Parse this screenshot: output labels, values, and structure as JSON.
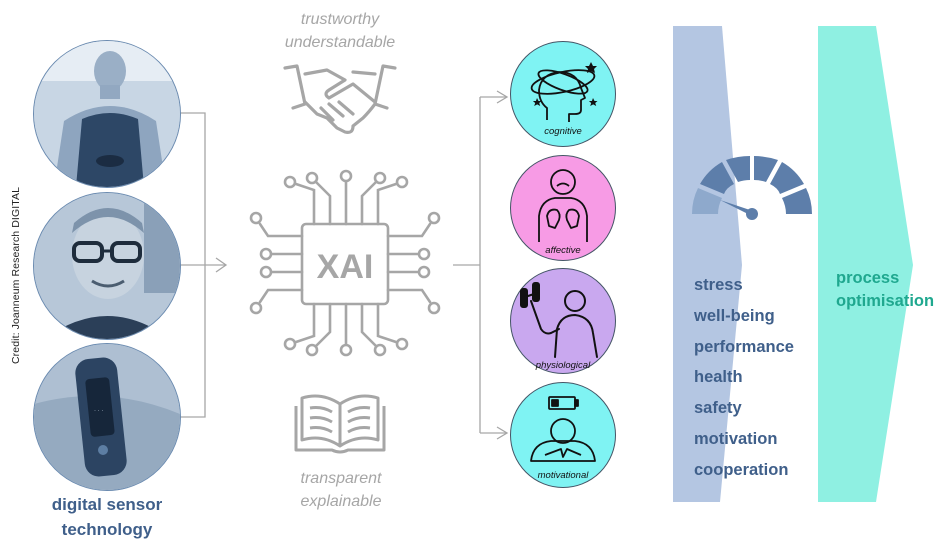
{
  "credit": "Credit: Joanneum Research DIGITAL",
  "sensor_technology": {
    "line1": "digital sensor",
    "line2": "technology"
  },
  "xai": {
    "chip_label": "XAI",
    "top_line1": "trustworthy",
    "top_line2": "understandable",
    "bottom_line1": "transparent",
    "bottom_line2": "explainable"
  },
  "states": [
    {
      "label": "cognitive",
      "color": "#7ff3f3",
      "icon": "head-orbit-icon"
    },
    {
      "label": "affective",
      "color": "#f79be5",
      "icon": "sad-face-icon"
    },
    {
      "label": "physiological",
      "color": "#c9a8ef",
      "icon": "dumbbell-lift-icon"
    },
    {
      "label": "motivational",
      "color": "#7ff3f3",
      "icon": "low-battery-icon"
    }
  ],
  "outcomes": [
    "stress",
    "well-being",
    "performance",
    "health",
    "safety",
    "motivation",
    "cooperation"
  ],
  "process": {
    "line1": "process",
    "line2": "optimisation"
  },
  "colors": {
    "blue_band": "#b4c6e2",
    "teal_band": "#8ff0e2",
    "gauge": "#5d7eaa",
    "line_gray": "#a6a6a6"
  }
}
